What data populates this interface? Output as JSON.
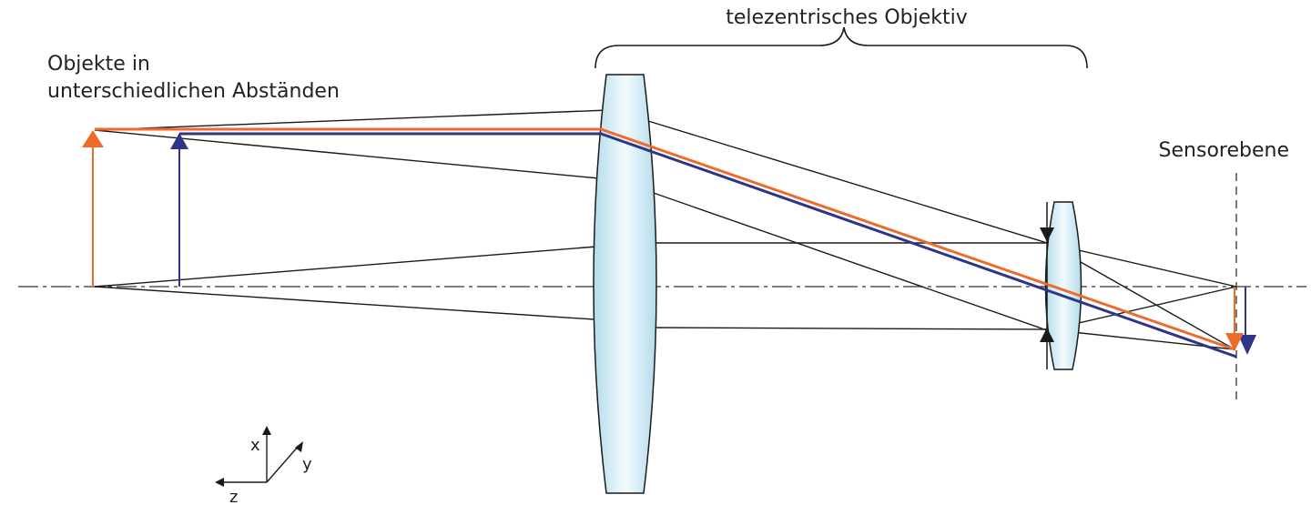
{
  "labels": {
    "lens_title": "telezentrisches Objektiv",
    "objects_line1": "Objekte in",
    "objects_line2": "unterschiedlichen Abständen",
    "sensor": "Sensorebene"
  },
  "axes": {
    "x": "x",
    "y": "y",
    "z": "z"
  },
  "colors": {
    "near_object": "#ee6c2a",
    "far_object": "#2e3486",
    "ray": "#1a1a1a",
    "lens_stroke": "#1a1a1a",
    "lens_fill_edge": "#b3dcea",
    "lens_fill_center": "#f2fafd"
  }
}
